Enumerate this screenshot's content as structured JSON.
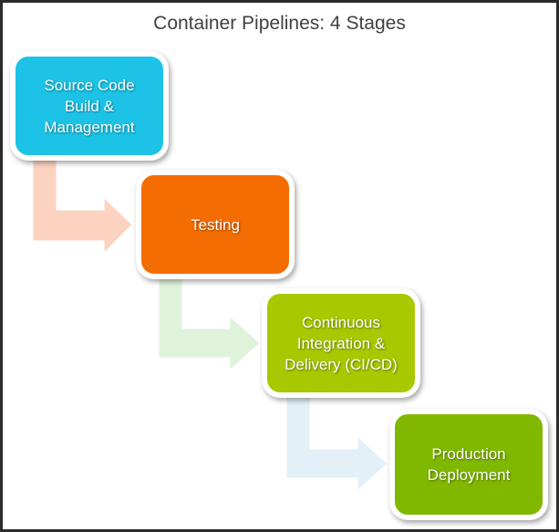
{
  "title": "Container Pipelines: 4 Stages",
  "stages": [
    {
      "label": "Source Code\nBuild &\nManagement",
      "color": "#1cc3e6"
    },
    {
      "label": "Testing",
      "color": "#f46d02"
    },
    {
      "label": "Continuous\nIntegration &\nDelivery (CI/CD)",
      "color": "#a8c800"
    },
    {
      "label": "Production\nDeployment",
      "color": "#80b800"
    }
  ],
  "arrows": [
    {
      "from": "Source Code Build & Management",
      "to": "Testing",
      "color": "#fcd3c1"
    },
    {
      "from": "Testing",
      "to": "Continuous Integration & Delivery (CI/CD)",
      "color": "#dff3da"
    },
    {
      "from": "Continuous Integration & Delivery (CI/CD)",
      "to": "Production Deployment",
      "color": "#e3f0f8"
    }
  ]
}
